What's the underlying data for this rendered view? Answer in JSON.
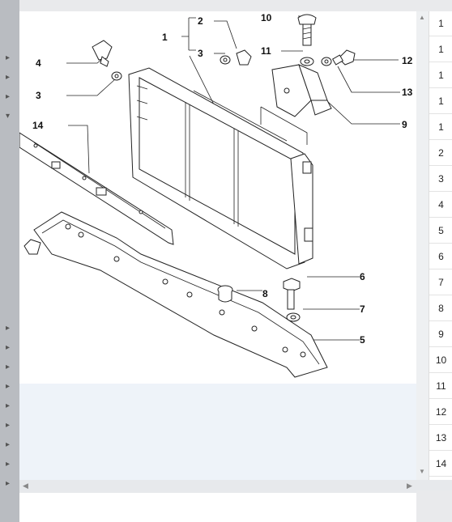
{
  "drawing": {
    "callouts": {
      "c1": "1",
      "c2": "2",
      "c3a": "3",
      "c3b": "3",
      "c4": "4",
      "c5": "5",
      "c6": "6",
      "c7": "7",
      "c8": "8",
      "c9": "9",
      "c10": "10",
      "c11": "11",
      "c12": "12",
      "c13": "13",
      "c14": "14"
    }
  },
  "quantities": [
    "1",
    "1",
    "1",
    "1",
    "1",
    "2",
    "3",
    "4",
    "5",
    "6",
    "7",
    "8",
    "9",
    "10",
    "11",
    "12",
    "13",
    "14"
  ]
}
